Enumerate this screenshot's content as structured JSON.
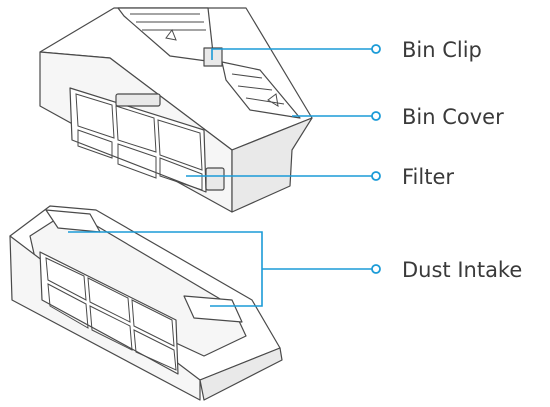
{
  "labels": {
    "bin_clip": "Bin Clip",
    "bin_cover": "Bin Cover",
    "filter": "Filter",
    "dust_intake": "Dust Intake"
  },
  "colors": {
    "leader_line": "#1b9bd7",
    "outline": "#4a4a4a",
    "label_text": "#3a3a3a"
  }
}
